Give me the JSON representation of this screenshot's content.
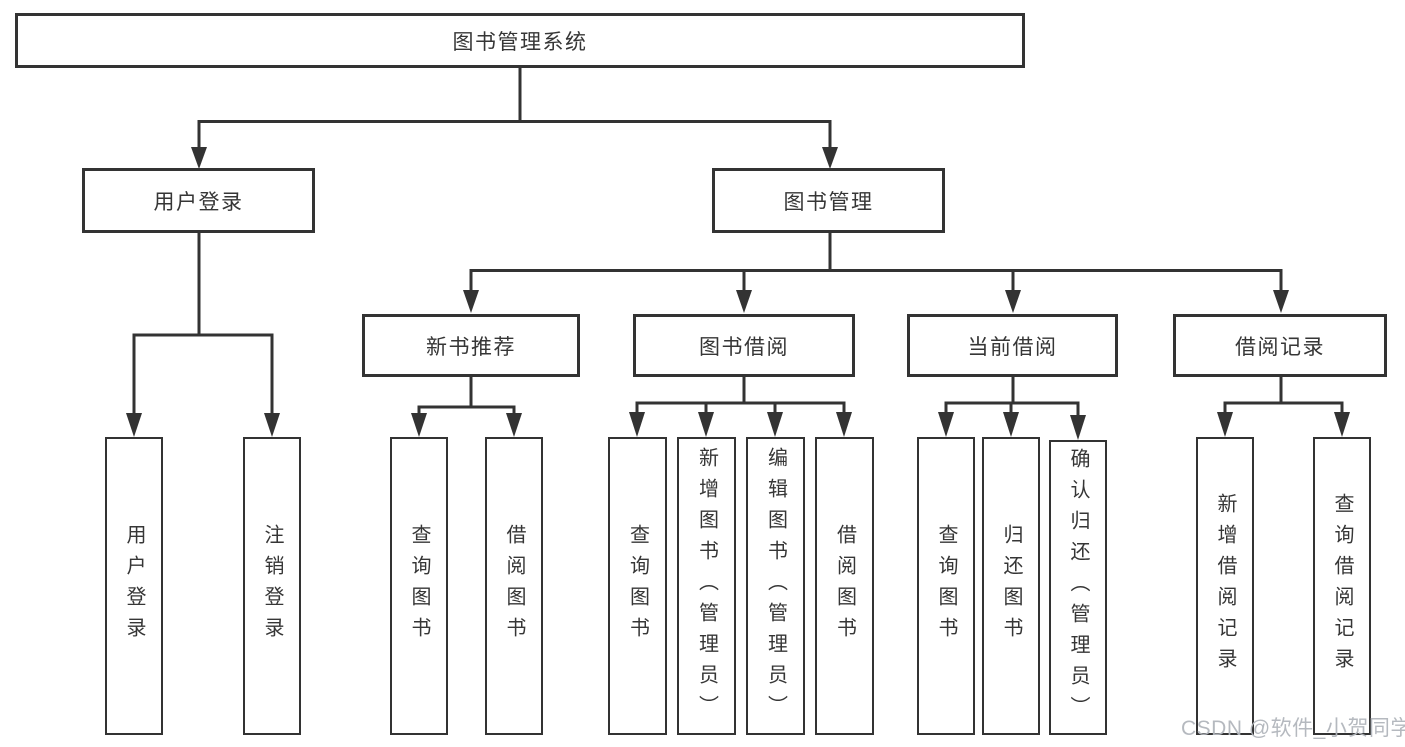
{
  "colors": {
    "background": "#ffffff",
    "line": "#333333",
    "box_border": "#333333",
    "text": "#363636",
    "watermark": "#b2b6bc"
  },
  "tree": {
    "root": {
      "label": "图书管理系统"
    },
    "branches": [
      {
        "label": "用户登录",
        "leaves": [
          {
            "label": "用户登录"
          },
          {
            "label": "注销登录"
          }
        ]
      },
      {
        "label": "图书管理",
        "groups": [
          {
            "label": "新书推荐",
            "leaves": [
              {
                "label": "查询图书"
              },
              {
                "label": "借阅图书"
              }
            ]
          },
          {
            "label": "图书借阅",
            "leaves": [
              {
                "label": "查询图书"
              },
              {
                "label": "新增图书（管理员）"
              },
              {
                "label": "编辑图书（管理员）"
              },
              {
                "label": "借阅图书"
              }
            ]
          },
          {
            "label": "当前借阅",
            "leaves": [
              {
                "label": "查询图书"
              },
              {
                "label": "归还图书"
              },
              {
                "label": "确认归还（管理员）"
              }
            ]
          },
          {
            "label": "借阅记录",
            "leaves": [
              {
                "label": "新增借阅记录"
              },
              {
                "label": "查询借阅记录"
              }
            ]
          }
        ]
      }
    ]
  },
  "watermark": {
    "text": "CSDN @软件_小贺同学"
  }
}
